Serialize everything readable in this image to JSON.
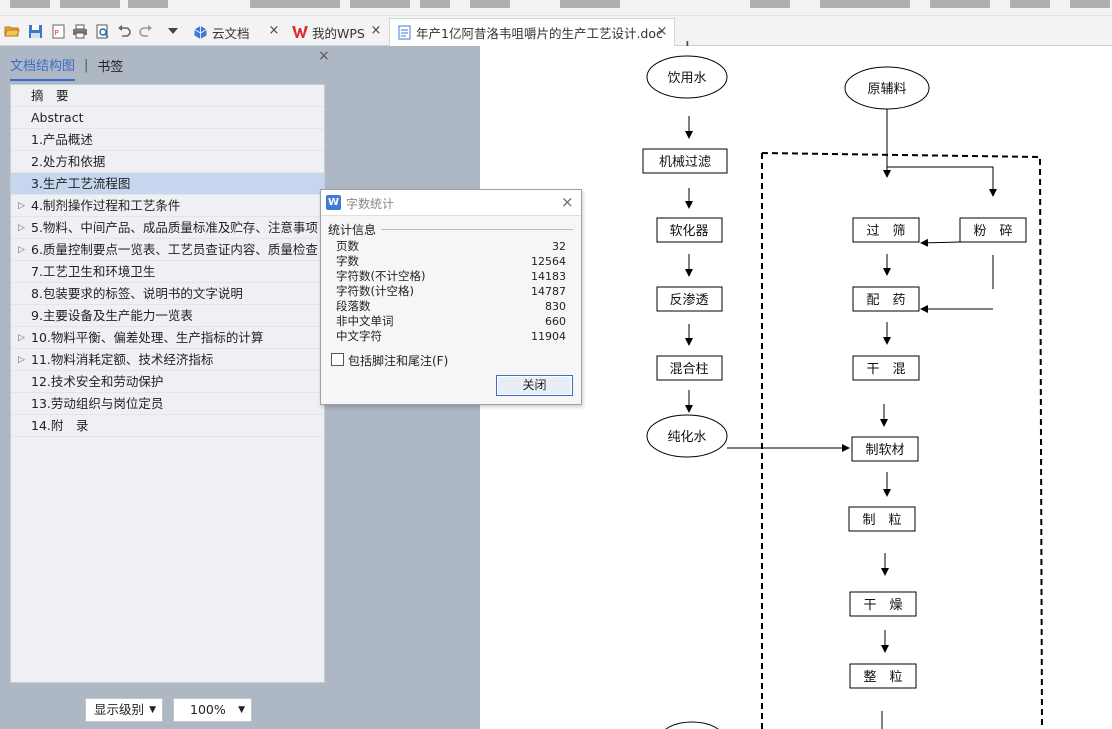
{
  "tabs": [
    {
      "label": "云文档",
      "active": false
    },
    {
      "label": "我的WPS",
      "active": false
    },
    {
      "label": "年产1亿阿昔洛韦咀嚼片的生产工艺设计.doc",
      "active": true
    }
  ],
  "nav_pane": {
    "tab_outline": "文档结构图",
    "tab_separator": "|",
    "tab_bookmarks": "书签",
    "close_glyph": "×",
    "items": [
      {
        "label": "摘　要",
        "expandable": false,
        "selected": false
      },
      {
        "label": "Abstract",
        "expandable": false,
        "selected": false
      },
      {
        "label": "1.产品概述",
        "expandable": false,
        "selected": false
      },
      {
        "label": "2.处方和依据",
        "expandable": false,
        "selected": false
      },
      {
        "label": "3.生产工艺流程图",
        "expandable": false,
        "selected": true
      },
      {
        "label": "4.制剂操作过程和工艺条件",
        "expandable": true,
        "selected": false
      },
      {
        "label": "5.物料、中间产品、成品质量标准及贮存、注意事项",
        "expandable": true,
        "selected": false
      },
      {
        "label": "6.质量控制要点一览表、工艺员查证内容、质量检查 ...",
        "expandable": true,
        "selected": false
      },
      {
        "label": "7.工艺卫生和环境卫生",
        "expandable": false,
        "selected": false
      },
      {
        "label": "8.包装要求的标签、说明书的文字说明",
        "expandable": false,
        "selected": false
      },
      {
        "label": "9.主要设备及生产能力一览表",
        "expandable": false,
        "selected": false
      },
      {
        "label": "10.物料平衡、偏差处理、生产指标的计算",
        "expandable": true,
        "selected": false
      },
      {
        "label": "11.物料消耗定额、技术经济指标",
        "expandable": true,
        "selected": false
      },
      {
        "label": "12.技术安全和劳动保护",
        "expandable": false,
        "selected": false
      },
      {
        "label": "13.劳动组织与岗位定员",
        "expandable": false,
        "selected": false
      },
      {
        "label": "14.附　录",
        "expandable": false,
        "selected": false
      }
    ],
    "level_select": "显示级别",
    "zoom_select": "100%"
  },
  "dialog": {
    "title": "字数统计",
    "group_label": "统计信息",
    "stats": [
      {
        "label": "页数",
        "value": "32"
      },
      {
        "label": "字数",
        "value": "12564"
      },
      {
        "label": "字符数(不计空格)",
        "value": "14183"
      },
      {
        "label": "字符数(计空格)",
        "value": "14787"
      },
      {
        "label": "段落数",
        "value": "830"
      },
      {
        "label": "非中文单词",
        "value": "660"
      },
      {
        "label": "中文字符",
        "value": "11904"
      }
    ],
    "checkbox_label": "包括脚注和尾注(F)",
    "checkbox_checked": false,
    "close_button": "关闭"
  },
  "flowchart": {
    "nodes": {
      "water": "饮用水",
      "raw": "原辅料",
      "filter": "机械过滤",
      "soften": "软化器",
      "ro": "反渗透",
      "mixbed": "混合柱",
      "pure": "纯化水",
      "sieve": "过　筛",
      "crush": "粉　碎",
      "mix": "配　药",
      "wetmix": "干　混",
      "softmat": "制软材",
      "granulate": "制　粒",
      "dry": "干　燥",
      "sizing": "整　粒"
    }
  }
}
